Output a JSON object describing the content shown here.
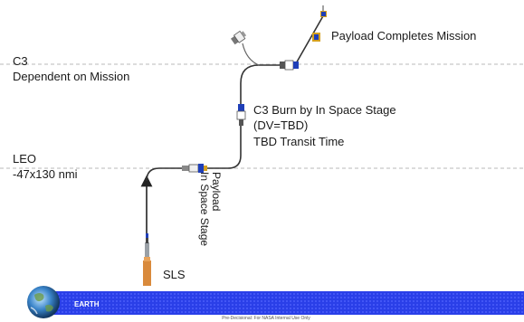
{
  "orbits": {
    "c3": {
      "line1": "C3",
      "line2": "Dependent on Mission"
    },
    "leo": {
      "line1": "LEO",
      "line2": "-47x130 nmi"
    }
  },
  "annotations": {
    "payload_completes": "Payload Completes Mission",
    "c3_burn": {
      "line1": "C3 Burn by In Space Stage",
      "line2": "(DV=TBD)",
      "line3": "TBD Transit Time"
    },
    "payload_stage": {
      "line1": "Payload",
      "line2": "In Space Stage"
    },
    "launcher": "SLS"
  },
  "earth": {
    "label": "EARTH"
  },
  "footer": {
    "marking": "Pre-Decisional: For NASA Internal Use Only"
  },
  "colors": {
    "earth_band": "#2a3fe8",
    "dashed_line": "#c8c8c8",
    "trajectory": "#333333",
    "booster": "#d98a3c",
    "stage_blue": "#1f3fb8"
  }
}
